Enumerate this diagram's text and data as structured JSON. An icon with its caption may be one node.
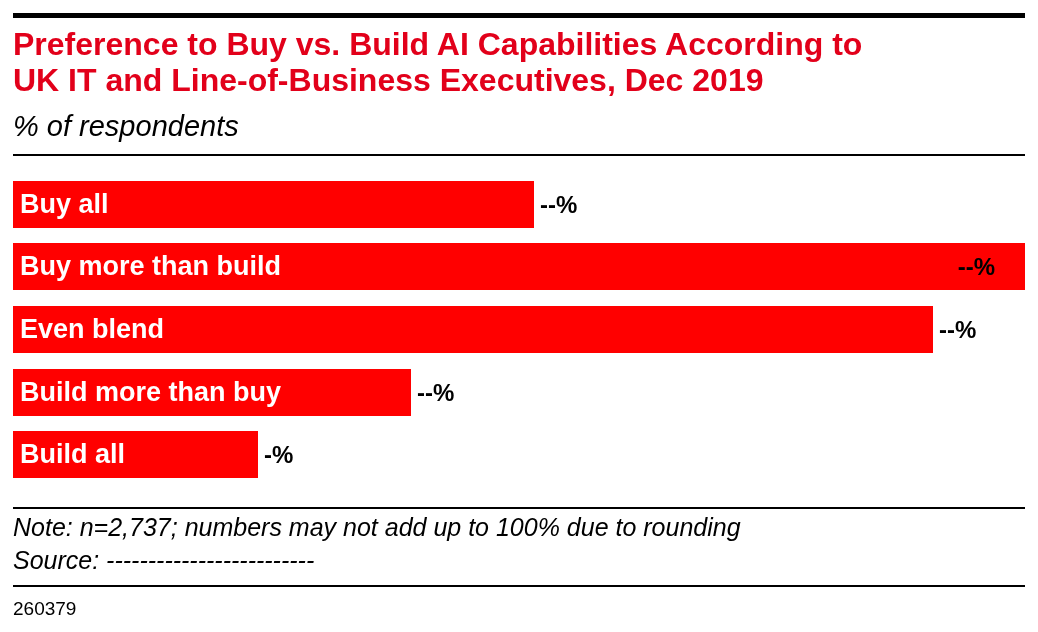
{
  "diagram": {
    "title": "Preference to Buy vs. Build AI Capabilities According to UK IT and Line-of-Business Executives, Dec 2019",
    "caption": "% of respondents",
    "nodes": [
      {
        "text": [
          "Buy all"
        ],
        "beside": [
          "--%"
        ]
      },
      {
        "text": [
          "Buy more than build",
          "--%"
        ]
      },
      {
        "text": [
          "Even blend"
        ],
        "beside": [
          "--%"
        ]
      },
      {
        "text": [
          "Build more than buy"
        ],
        "beside": [
          "--%"
        ]
      },
      {
        "text": [
          "Build all"
        ],
        "beside": [
          "-%"
        ]
      }
    ],
    "edges": [],
    "labels": [
      "Note: n=2,737; numbers may not add up to 100% due to rounding",
      "Source: -------------------------",
      "260379"
    ]
  }
}
